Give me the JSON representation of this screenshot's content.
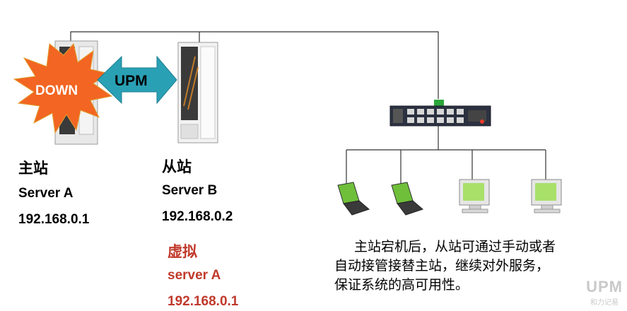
{
  "primary": {
    "title": "主站",
    "name": "Server A",
    "ip": "192.168.0.1",
    "status": "DOWN"
  },
  "arrow_label": "UPM",
  "standby": {
    "title": "从站",
    "name": "Server B",
    "ip": "192.168.0.2",
    "virtual_title": "虚拟",
    "virtual_name": "server A",
    "virtual_ip": "192.168.0.1"
  },
  "description": [
    "主站宕机后，从站可通过手动或者",
    "自动接管接替主站，继续对外服务，",
    "保证系统的高可用性。"
  ],
  "watermark": {
    "logo": "UPM",
    "sub": "和力记易"
  },
  "colors": {
    "burst": "#f26522",
    "arrow": "#2aa0b5",
    "red_text": "#c0392b",
    "laptop_screen": "#6fbf3a",
    "monitor_screen": "#a8e06a"
  }
}
